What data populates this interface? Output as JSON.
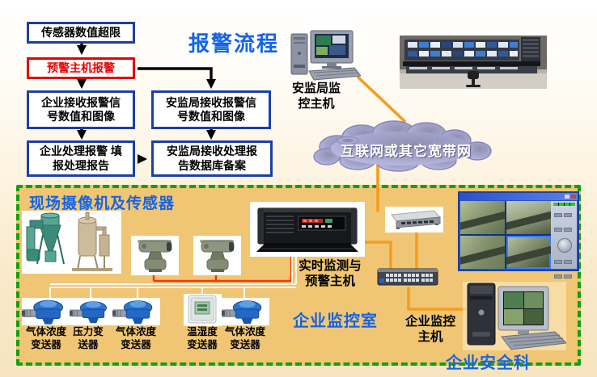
{
  "flowchart": {
    "title": "报警流程",
    "boxes": [
      {
        "label": "传感器数值超限"
      },
      {
        "label": "预警主机报警"
      },
      {
        "label": "企业接收报警信\n号数值和图像"
      },
      {
        "label": "安监局接收报警信\n号数值和图像"
      },
      {
        "label": "企业处理报警 填\n报处理报告"
      },
      {
        "label": "安监局接收处理报\n告数据库备案"
      }
    ]
  },
  "upper": {
    "bureau_host_label": "安监局监\n控主机",
    "cloud_label": "互联网或其它宽带网"
  },
  "field_panel": {
    "title": "现场摄像机及传感器",
    "realtime_host_label": "实时监测与\n预警主机",
    "monitor_room_label": "企业监控室",
    "enterprise_host_label": "企业监控\n主机",
    "safety_dept_label": "企业安全科",
    "sensor_labels": [
      "气体浓度\n变送器",
      "压力变\n送器",
      "气体浓度\n变送器",
      "温湿度\n变送器",
      "气体浓度\n变送器"
    ]
  },
  "colors": {
    "box_border_blue": "#1b3fa8",
    "alert_red": "#e60000",
    "heading_blue": "#1464e6",
    "connector_orange": "#f79c1d",
    "connector_red": "#ff3300",
    "panel_border_green": "#12a012",
    "panel_fill": "#f0c674",
    "cloud_fill": "#b6b6e0"
  }
}
